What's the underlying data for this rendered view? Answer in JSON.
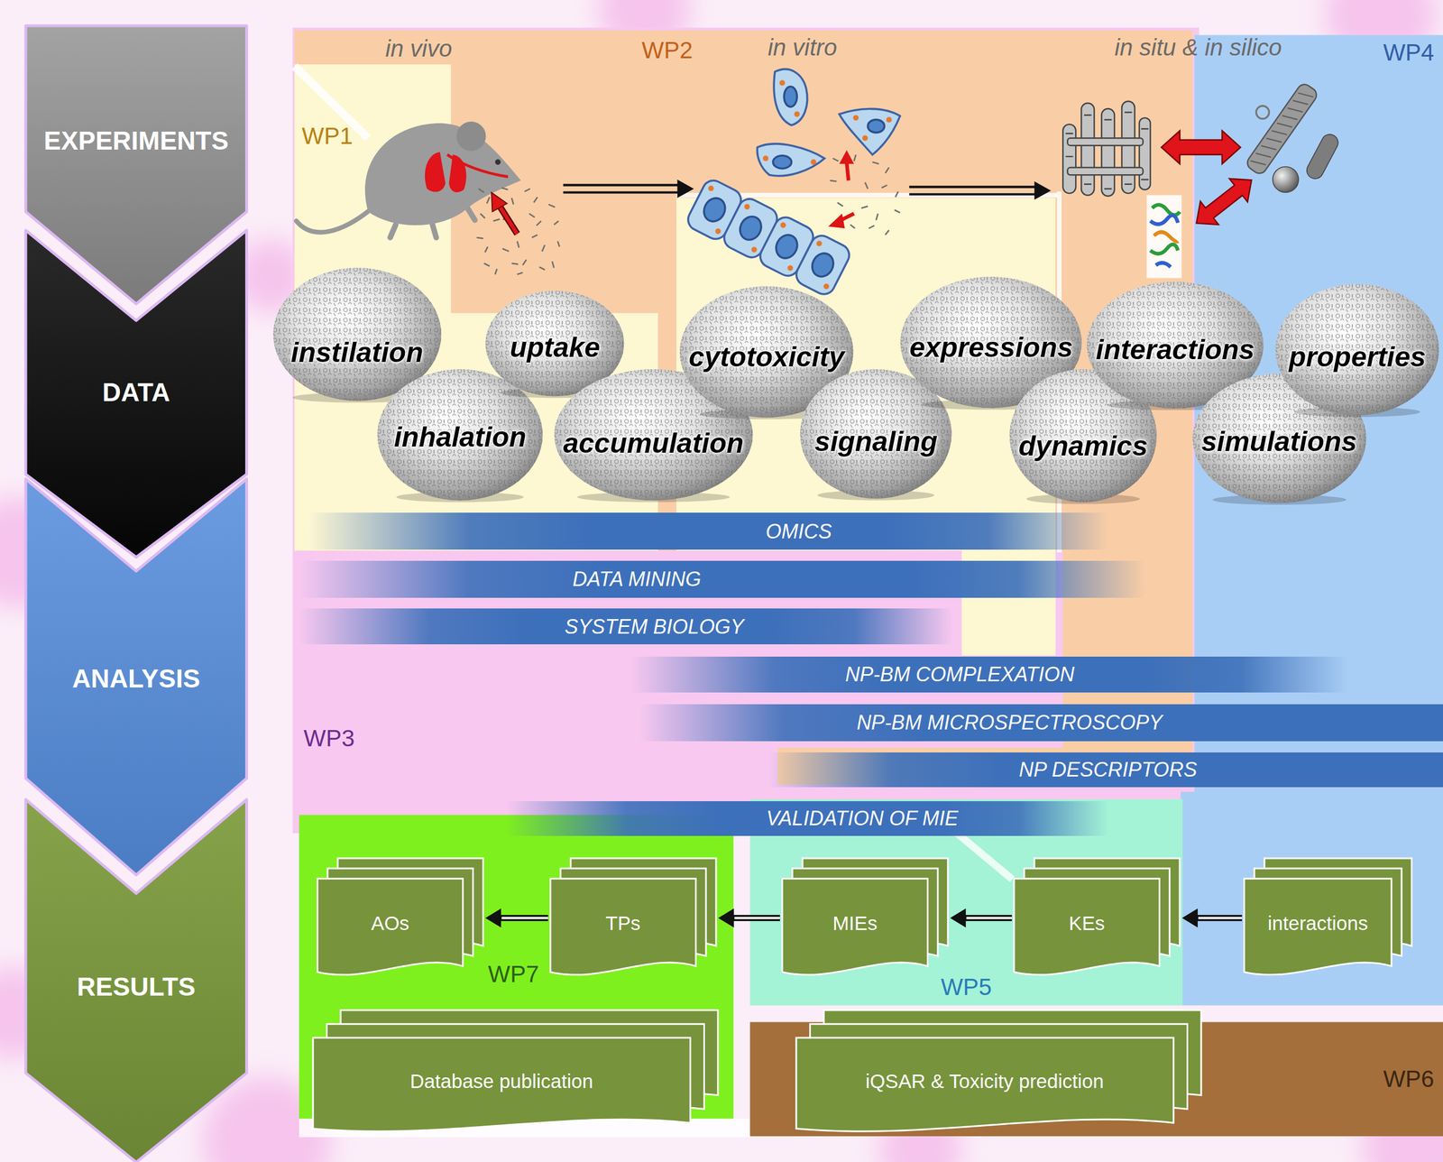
{
  "diagram": {
    "nodes": [
      {
        "text": [
          "EXPERIMENTS"
        ]
      },
      {
        "text": [
          "DATA"
        ]
      },
      {
        "text": [
          "ANALYSIS"
        ]
      },
      {
        "text": [
          "RESULTS"
        ]
      },
      {
        "text": [
          "instilation"
        ]
      },
      {
        "text": [
          "inhalation"
        ]
      },
      {
        "text": [
          "uptake"
        ]
      },
      {
        "text": [
          "accumulation"
        ]
      },
      {
        "text": [
          "cytotoxicity"
        ]
      },
      {
        "text": [
          "signaling"
        ]
      },
      {
        "text": [
          "expressions"
        ]
      },
      {
        "text": [
          "dynamics"
        ]
      },
      {
        "text": [
          "interactions"
        ]
      },
      {
        "text": [
          "simulations"
        ]
      },
      {
        "text": [
          "properties"
        ]
      },
      {
        "text": [
          "OMICS"
        ]
      },
      {
        "text": [
          "DATA MINING"
        ]
      },
      {
        "text": [
          "SYSTEM BIOLOGY"
        ]
      },
      {
        "text": [
          "NP-BM COMPLEXATION"
        ]
      },
      {
        "text": [
          "NP-BM MICROSPECTROSCOPY"
        ]
      },
      {
        "text": [
          "NP DESCRIPTORS"
        ]
      },
      {
        "text": [
          "VALIDATION OF MIE"
        ]
      },
      {
        "text": [
          "AOs"
        ]
      },
      {
        "text": [
          "TPs"
        ]
      },
      {
        "text": [
          "MIEs"
        ]
      },
      {
        "text": [
          "KEs"
        ]
      },
      {
        "text": [
          "interactions"
        ]
      },
      {
        "text": [
          "Database publication"
        ]
      },
      {
        "text": [
          "iQSAR & Toxicity prediction"
        ]
      }
    ],
    "edges": [
      {
        "from": 26,
        "to": 25,
        "arrow": "to"
      },
      {
        "from": 25,
        "to": 24,
        "arrow": "to"
      },
      {
        "from": 24,
        "to": 23,
        "arrow": "to"
      },
      {
        "from": 23,
        "to": 22,
        "arrow": "to"
      }
    ],
    "labels": [
      "in vivo",
      "WP2",
      "in vitro",
      "in situ & in silico",
      "WP4",
      "WP1",
      "WP3",
      "WP7",
      "WP5",
      "WP6"
    ]
  }
}
